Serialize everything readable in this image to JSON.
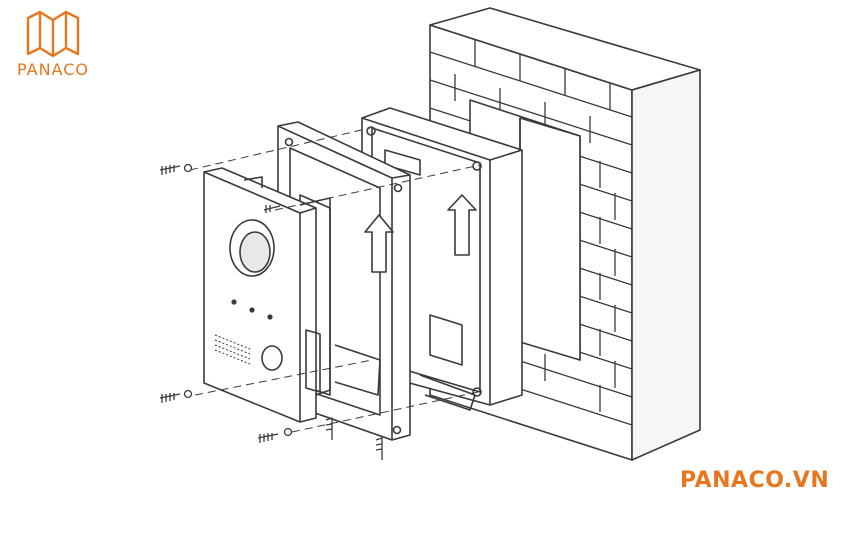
{
  "brand": {
    "logo_text": "PANACO",
    "website": "PANACO.VN",
    "accent_color": "#e8761c"
  },
  "diagram": {
    "line_color": "#3a3a3a",
    "components": [
      "screw-icon",
      "door-station-panel",
      "rain-hood-frame",
      "flush-mount-back-box",
      "brick-wall"
    ]
  }
}
